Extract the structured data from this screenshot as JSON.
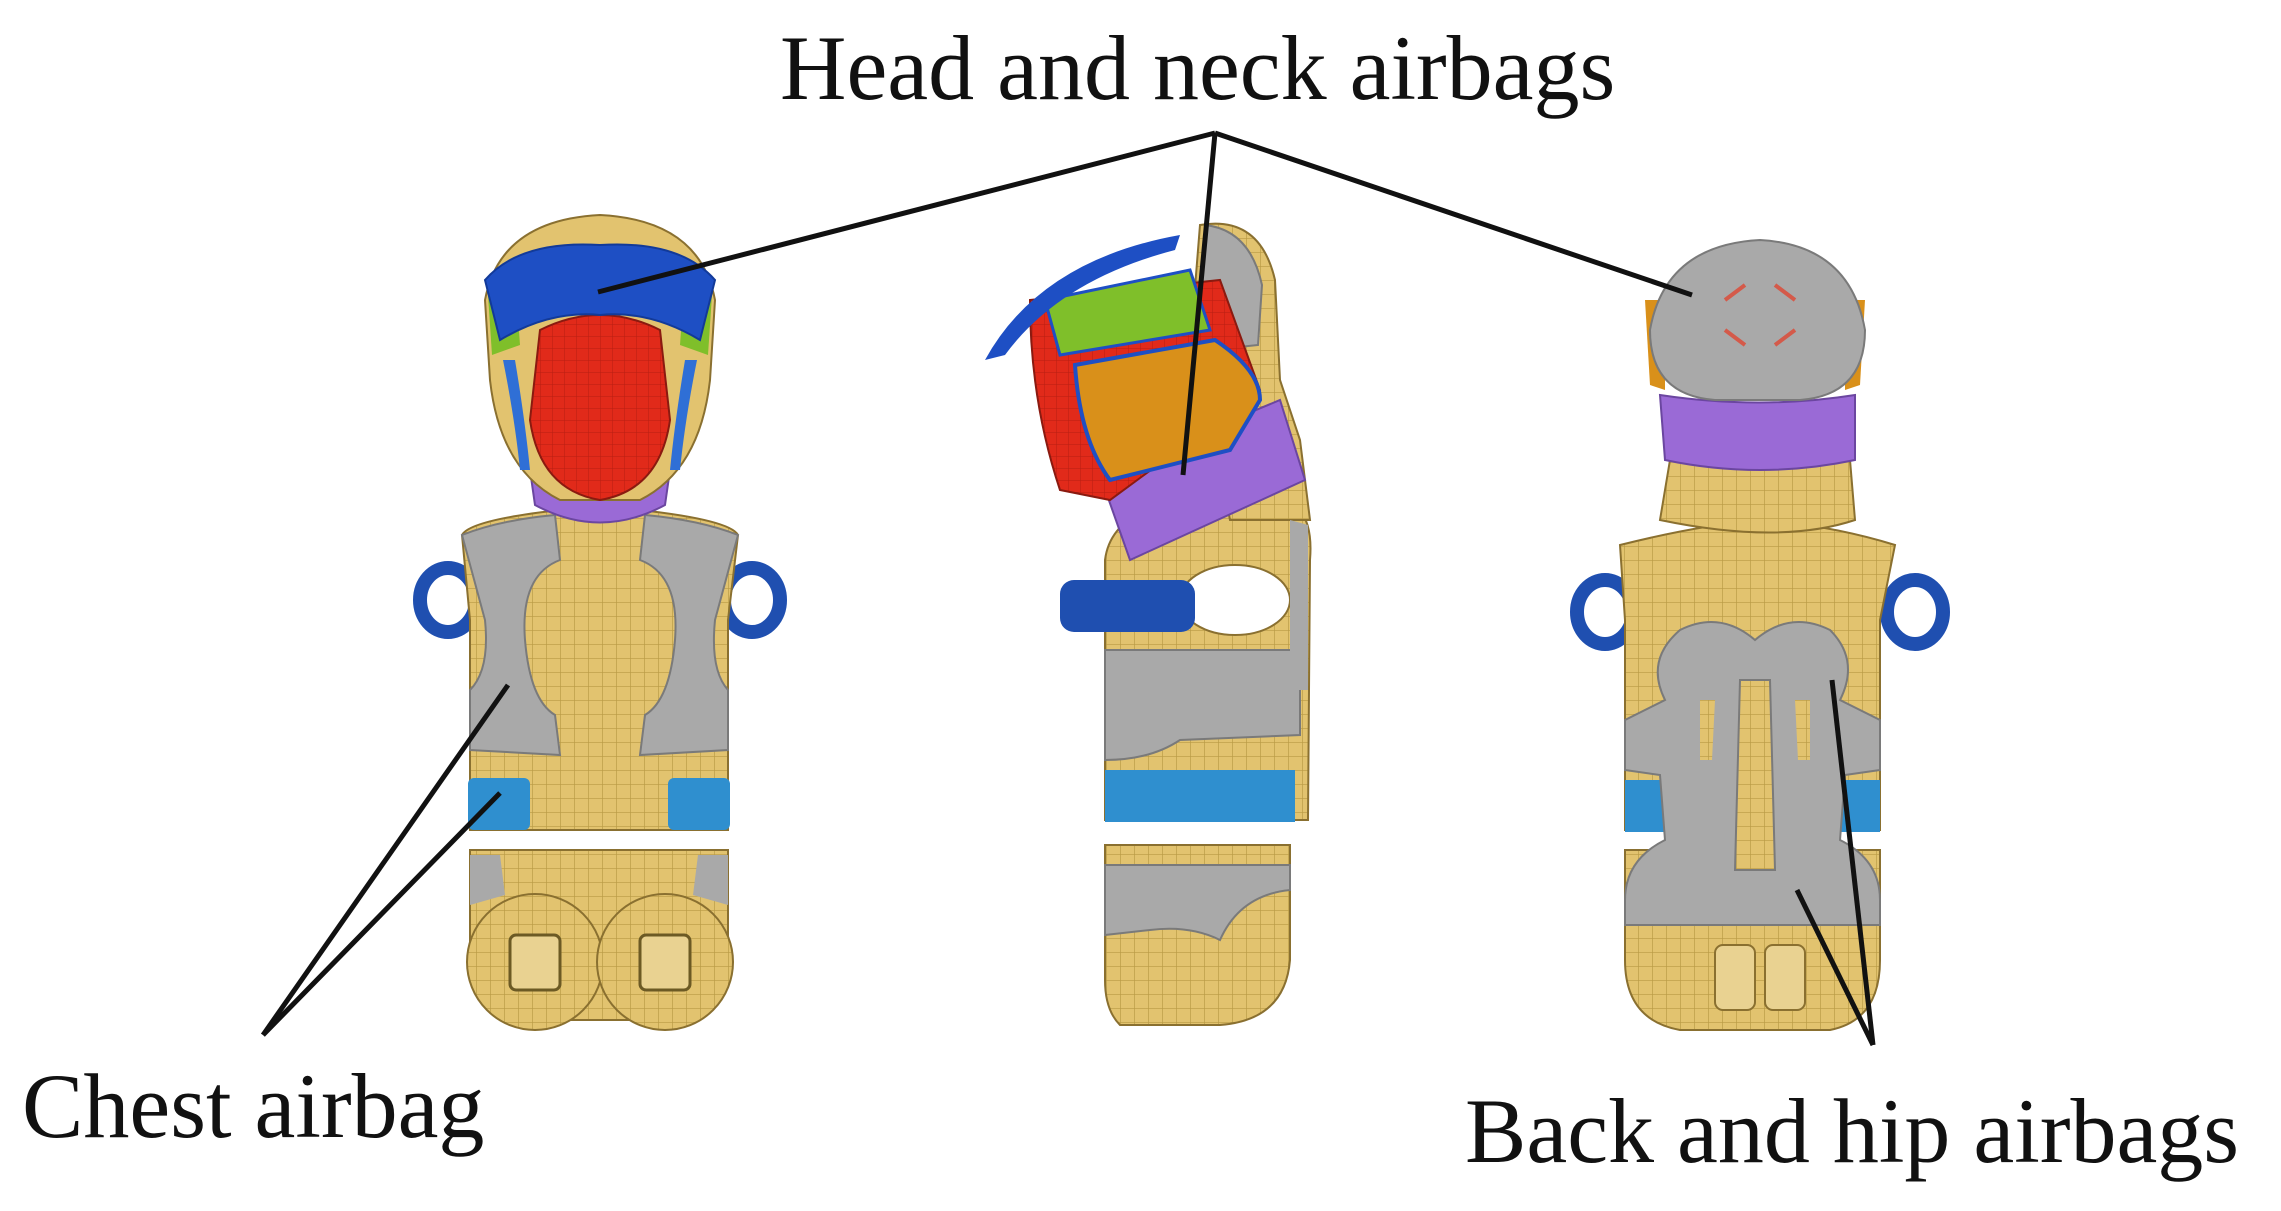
{
  "labels": {
    "head_neck": "Head and neck airbags",
    "chest": "Chest airbag",
    "back_hip": "Back and hip airbags"
  },
  "colors": {
    "body_skin": "#e2c36f",
    "mesh_line": "#b89a44",
    "airbag_gray": "#a9a9a9",
    "head_blue": "#1e4fc4",
    "face_red": "#e12a1a",
    "neck_purple": "#9a6ad6",
    "green_panel": "#7fbf2a",
    "orange_panel": "#d9901a",
    "belt_cyan": "#2f8fcf",
    "handle_blue": "#1f4fb0",
    "leader_line": "#111111"
  }
}
